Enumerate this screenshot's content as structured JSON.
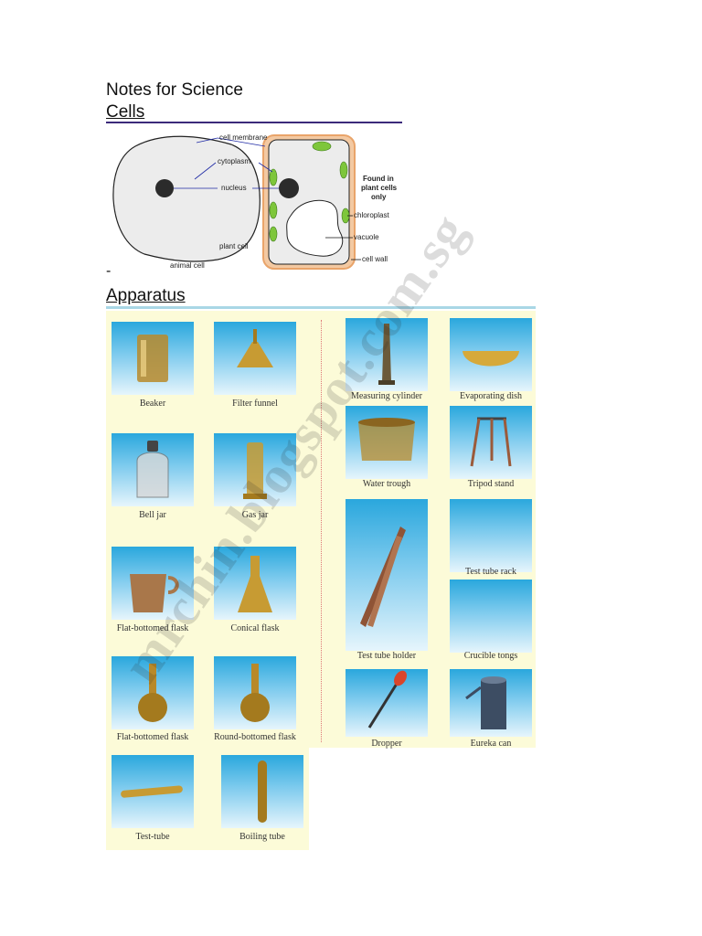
{
  "title": "Notes for Science",
  "cells": {
    "heading": "Cells",
    "labels": {
      "cell_membrane": "cell membrane",
      "cytoplasm": "cytoplasm",
      "nucleus": "nucleus",
      "found_in_1": "Found in",
      "found_in_2": "plant cells",
      "found_in_3": "only",
      "chloroplast": "chloroplast",
      "vacuole": "vacuole",
      "plant_cell": "plant cell",
      "animal_cell": "animal cell",
      "cell_wall": "cell wall"
    }
  },
  "dash": "-",
  "apparatus": {
    "heading": "Apparatus",
    "watermark": "mrchin.blogspot.com.sg",
    "items": {
      "beaker": "Beaker",
      "filter_funnel": "Filter funnel",
      "bell_jar": "Bell jar",
      "gas_jar": "Gas jar",
      "flat_flask_a": "Flat-bottomed flask",
      "conical_flask": "Conical flask",
      "flat_flask_b": "Flat-bottomed flask",
      "round_flask": "Round-bottomed flask",
      "test_tube": "Test-tube",
      "boiling_tube": "Boiling tube",
      "measuring_cylinder": "Measuring cylinder",
      "evaporating_dish": "Evaporating dish",
      "water_trough": "Water trough",
      "tripod_stand": "Tripod stand",
      "test_tube_rack": "Test tube rack",
      "test_tube_holder": "Test tube holder",
      "crucible_tongs": "Crucible tongs",
      "dropper": "Dropper",
      "eureka_can": "Eureka can"
    }
  },
  "colors": {
    "rule": "#3b2a7a",
    "panel": "#fcfbd8",
    "tile_top": "#2aa7dd",
    "glass": "#b8892a",
    "plant_wall": "#e9a46a",
    "chloroplast": "#7ec63b"
  }
}
